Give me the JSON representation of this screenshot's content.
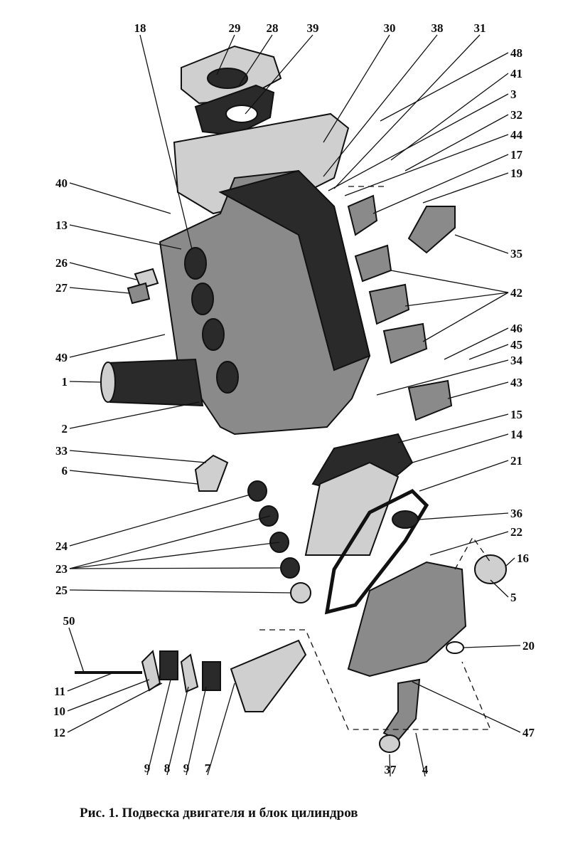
{
  "figure": {
    "caption": "Рис. 1. Подвеска двигателя и блок цилиндров",
    "callouts": [
      "18",
      "29",
      "28",
      "39",
      "30",
      "38",
      "31",
      "48",
      "41",
      "3",
      "32",
      "44",
      "17",
      "19",
      "35",
      "42",
      "46",
      "45",
      "34",
      "43",
      "15",
      "14",
      "21",
      "36",
      "22",
      "16",
      "5",
      "20",
      "47",
      "4",
      "37",
      "7",
      "9",
      "8",
      "9",
      "12",
      "10",
      "11",
      "50",
      "25",
      "23",
      "24",
      "6",
      "33",
      "2",
      "1",
      "49",
      "27",
      "26",
      "13",
      "40"
    ]
  }
}
